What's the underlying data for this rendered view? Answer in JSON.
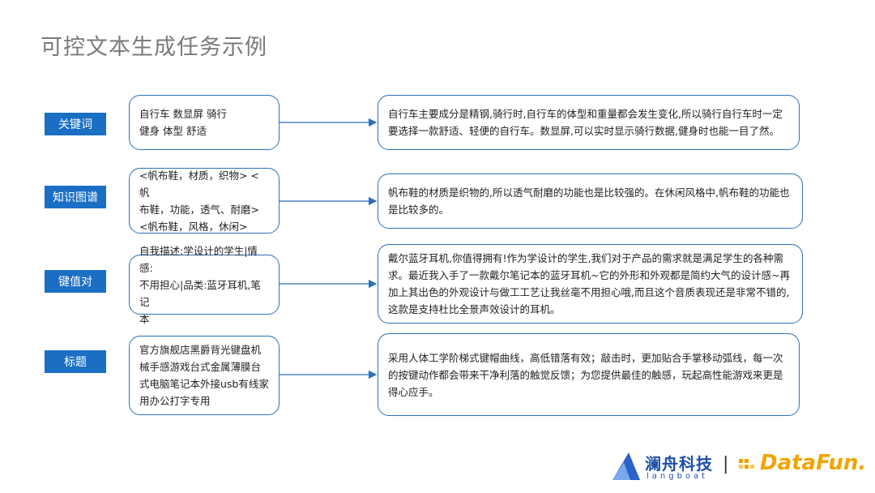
{
  "page": {
    "title": "可控文本生成任务示例"
  },
  "rows": [
    {
      "label": "关键词",
      "input": "自行车 数显屏 骑行\n健身 体型 舒适",
      "output": "自行车主要成分是精钢,骑行时,自行车的体型和重量都会发生变化,所以骑行自行车时一定要选择一款舒适、轻便的自行车。数显屏,可以实时显示骑行数据,健身时也能一目了然。"
    },
    {
      "label": "知识图谱",
      "input": "<帆布鞋，材质，织物> <帆\n布鞋，功能，透气、耐磨>\n<帆布鞋，风格，休闲>",
      "output": "帆布鞋的材质是织物的,所以透气耐磨的功能也是比较强的。在休闲风格中,帆布鞋的功能也是比较多的。"
    },
    {
      "label": "键值对",
      "input": "自我描述:学设计的学生|情感:\n不用担心|品类:蓝牙耳机,笔记\n本",
      "output": "戴尔蓝牙耳机,你值得拥有!作为学设计的学生,我们对于产品的需求就是满足学生的各种需求。最近我入手了一款戴尔笔记本的蓝牙耳机~它的外形和外观都是简约大气的设计感~再加上其出色的外观设计与做工工艺让我丝毫不用担心哦,而且这个音质表现还是非常不错的,这款是支持杜比全景声效设计的耳机。"
    },
    {
      "label": "标题",
      "input": "官方旗舰店黑爵背光键盘机\n械手感游戏台式金属薄膜台\n式电脑笔记本外接usb有线家\n用办公打字专用",
      "output": "采用人体工学阶梯式键帽曲线，高低错落有效；敲击时，更加贴合手掌移动弧线，每一次的按键动作都会带来干净利落的触觉反馈；为您提供最佳的触感，玩起高性能游戏来更是得心应手。"
    }
  ],
  "logos": {
    "langboat_cn": "澜舟科技",
    "langboat_en": "langboat",
    "divider": "|",
    "datafun": "DataFun."
  },
  "colors": {
    "label_bg": "#1a6fc4",
    "box_border": "#2d6fb8",
    "title": "#7a7a7a"
  }
}
